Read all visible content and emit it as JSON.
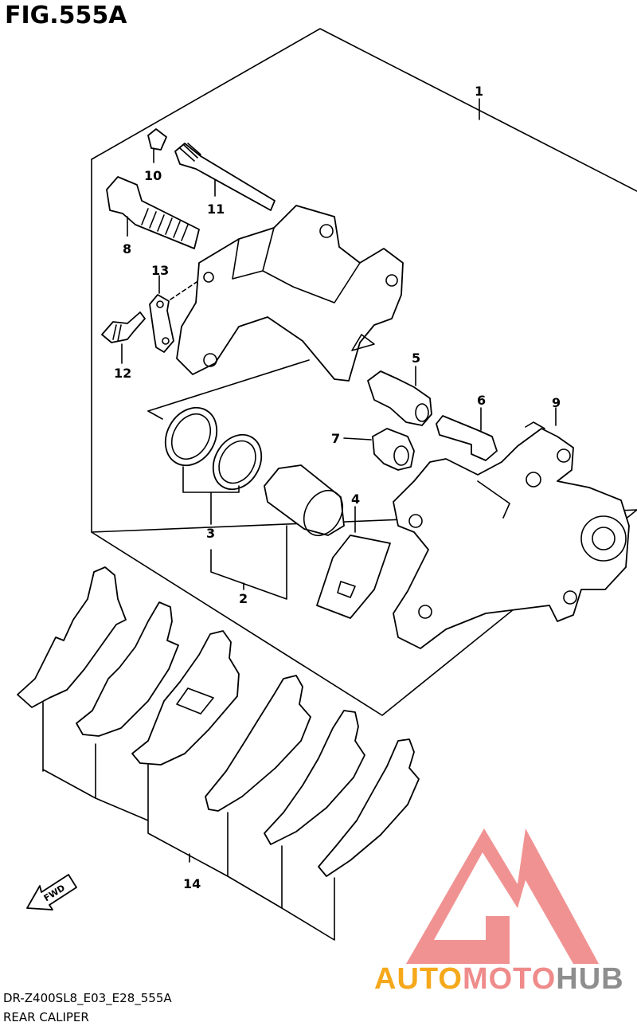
{
  "figure": {
    "title": "FIG.555A",
    "code": "DR-Z400SL8_E03_E28_555A",
    "name": "REAR CALIPER",
    "fwd_label": "FWD"
  },
  "callouts": [
    "1",
    "2",
    "3",
    "4",
    "5",
    "6",
    "7",
    "8",
    "9",
    "10",
    "11",
    "12",
    "13",
    "14"
  ],
  "watermark": {
    "word_a": "AUTO",
    "word_b": "MOTO",
    "word_c": "HUB",
    "colors": {
      "auto": "#f6a81b",
      "moto": "#ef8b8b",
      "hub": "#8e8e8e",
      "triangle": "#ee7f7f"
    }
  }
}
